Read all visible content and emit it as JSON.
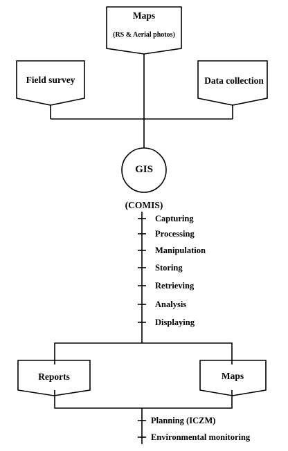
{
  "inputs": {
    "maps_title": "Maps",
    "maps_subtitle": "(RS & Aerial photos)",
    "field_survey": "Field survey",
    "data_collection": "Data collection"
  },
  "gis": {
    "label": "GIS",
    "sublabel": "(COMIS)",
    "steps": [
      "Capturing",
      "Processing",
      "Manipulation",
      "Storing",
      "Retrieving",
      "Analysis",
      "Displaying"
    ]
  },
  "outputs": {
    "reports": "Reports",
    "maps": "Maps"
  },
  "applications": [
    "Planning (ICZM)",
    "Environmental monitoring"
  ]
}
